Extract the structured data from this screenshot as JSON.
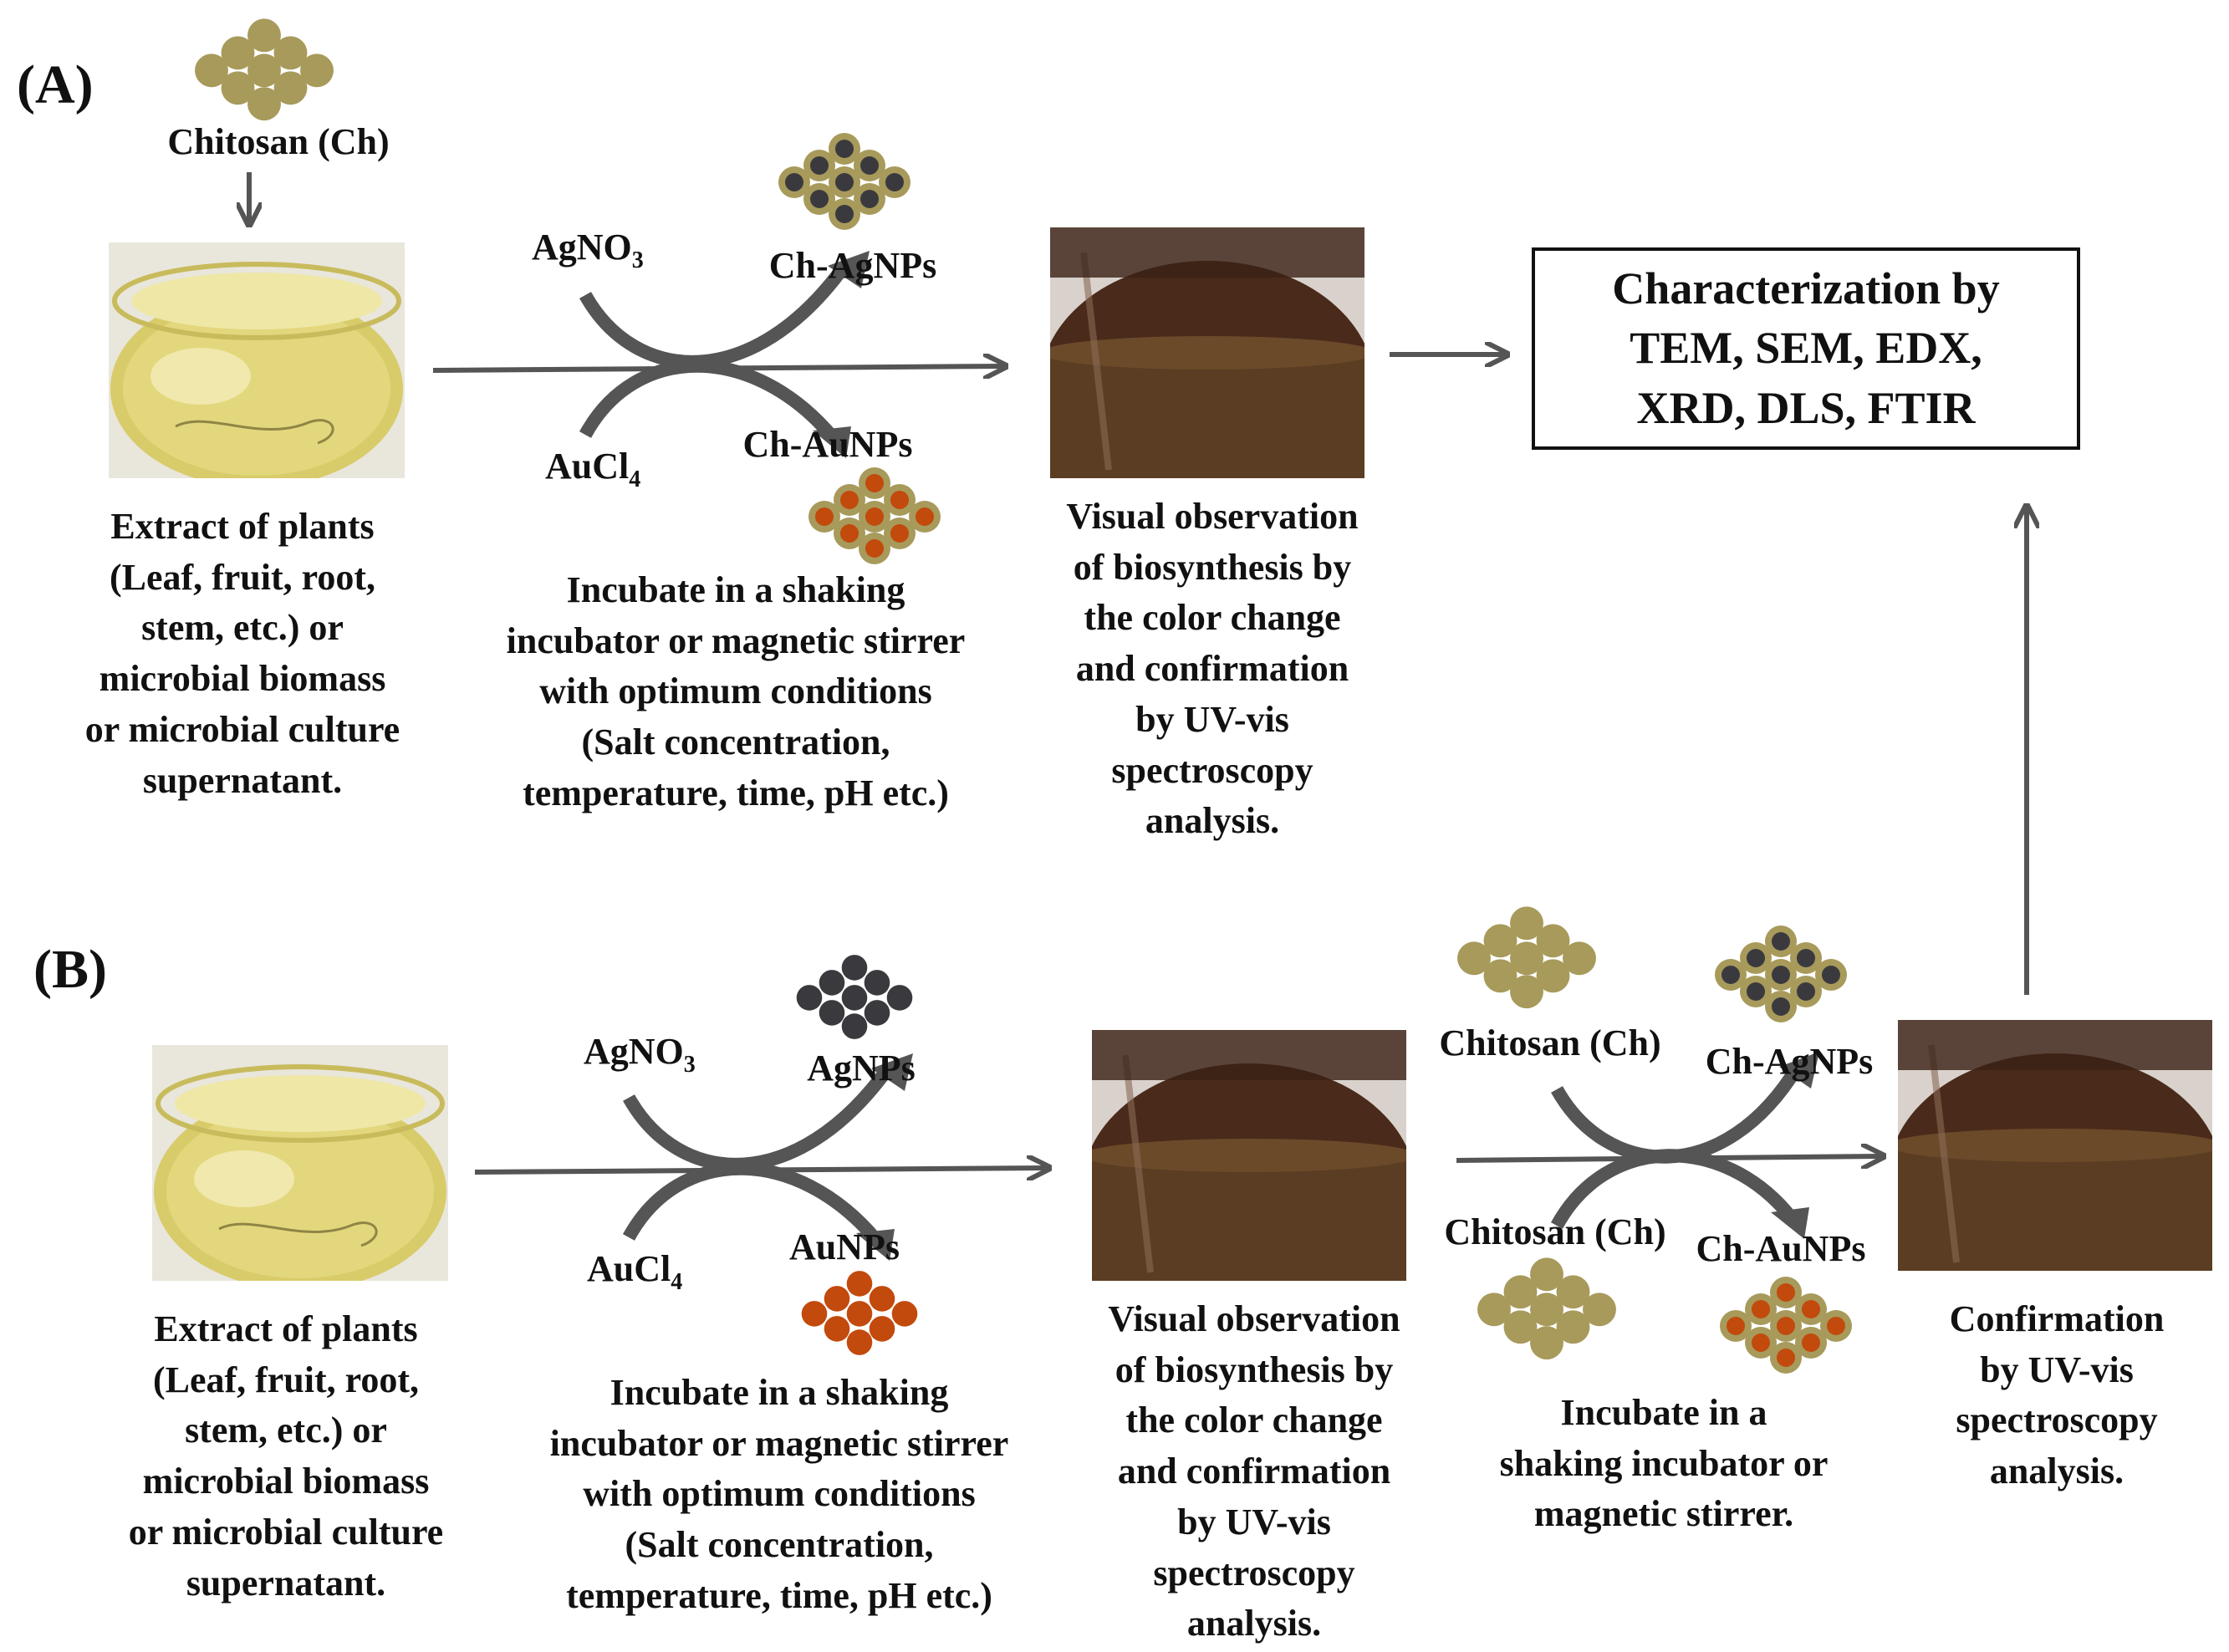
{
  "colors": {
    "chitosan": "#a79a5b",
    "silver_core": "#3a3a3e",
    "gold_core": "#c24a0c",
    "arrow": "#555555",
    "box_border": "#111111"
  },
  "panel_a": {
    "label": "(A)",
    "chitosan_label": "Chitosan (Ch)",
    "extract_caption": "Extract of plants\n(Leaf, fruit, root,\nstem, etc.) or\nmicrobial biomass\nor microbial culture\nsupernatant.",
    "agno3": "AgNO",
    "agno3_sub": "3",
    "aucl": "AuCl",
    "aucl_sub": "4",
    "product_ag": "Ch-AgNPs",
    "product_au": "Ch-AuNPs",
    "incubate_caption": "Incubate in a shaking\nincubator or magnetic stirrer\nwith optimum conditions\n(Salt concentration,\ntemperature, time, pH etc.)",
    "visual_caption": "Visual observation\nof biosynthesis by\nthe color change\nand confirmation\nby UV-vis\nspectroscopy\nanalysis.",
    "characterization": "Characterization by\nTEM, SEM, EDX,\nXRD, DLS, FTIR"
  },
  "panel_b": {
    "label": "(B)",
    "extract_caption": "Extract of plants\n(Leaf, fruit, root,\nstem, etc.) or\nmicrobial biomass\nor microbial culture\nsupernatant.",
    "agno3": "AgNO",
    "agno3_sub": "3",
    "aucl": "AuCl",
    "aucl_sub": "4",
    "product_ag": "AgNPs",
    "product_au": "AuNPs",
    "incubate_caption": "Incubate in a shaking\nincubator or magnetic stirrer\nwith optimum conditions\n(Salt concentration,\ntemperature, time, pH etc.)",
    "visual_caption": "Visual observation\nof biosynthesis by\nthe color change\nand confirmation\nby UV-vis\nspectroscopy\nanalysis.",
    "chitosan_top": "Chitosan (Ch)",
    "chitosan_bottom": "Chitosan (Ch)",
    "product_ch_ag": "Ch-AgNPs",
    "product_ch_au": "Ch-AuNPs",
    "incubate2_caption": "Incubate in a\nshaking incubator or\nmagnetic stirrer.",
    "confirm_caption": "Confirmation\nby UV-vis\nspectroscopy\nanalysis."
  }
}
